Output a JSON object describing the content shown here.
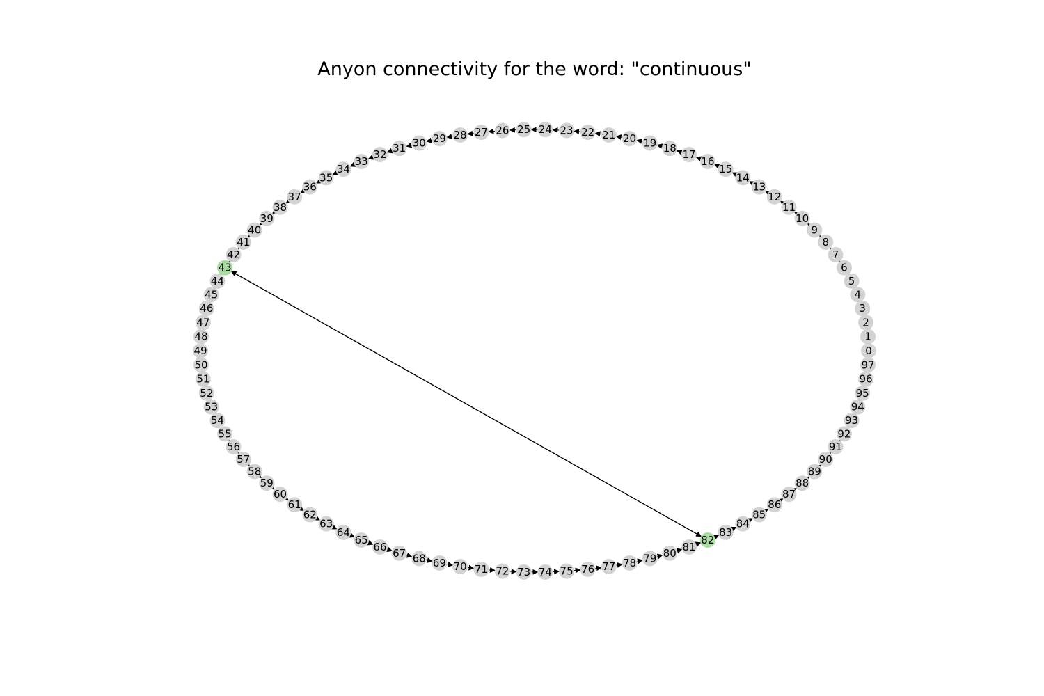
{
  "title": "Anyon connectivity for the word: \"continuous\"",
  "graph": {
    "node_order_clockwise_from_right": [
      "0",
      "1",
      "2",
      "3",
      "4",
      "5",
      "6",
      "7",
      "8",
      "9",
      "10",
      "11",
      "12",
      "13",
      "14",
      "15",
      "16",
      "17",
      "18",
      "19",
      "20",
      "21",
      "22",
      "23",
      "24",
      "25",
      "26",
      "27",
      "28",
      "29",
      "30",
      "31",
      "32",
      "33",
      "34",
      "35",
      "36",
      "37",
      "38",
      "39",
      "40",
      "41",
      "42",
      "43",
      "44",
      "45",
      "46",
      "47",
      "48",
      "49",
      "50",
      "51",
      "52",
      "53",
      "54",
      "55",
      "56",
      "57",
      "58",
      "59",
      "60",
      "61",
      "62",
      "63",
      "64",
      "65",
      "66",
      "67",
      "68",
      "69",
      "70",
      "71",
      "72",
      "73",
      "74",
      "75",
      "76",
      "77",
      "78",
      "79",
      "80",
      "81",
      "82",
      "83",
      "84",
      "85",
      "86",
      "87",
      "88",
      "89",
      "90",
      "91",
      "92",
      "93",
      "94",
      "95",
      "96",
      "97"
    ],
    "highlighted_nodes": [
      "43",
      "82"
    ],
    "edges": [
      {
        "from": "82",
        "to": "43"
      },
      {
        "from": "43",
        "to": "82"
      }
    ],
    "colors": {
      "node_default": "#d3d3d3",
      "node_highlight": "#a8dca0",
      "edge": "#000000",
      "label": "#000000"
    }
  }
}
